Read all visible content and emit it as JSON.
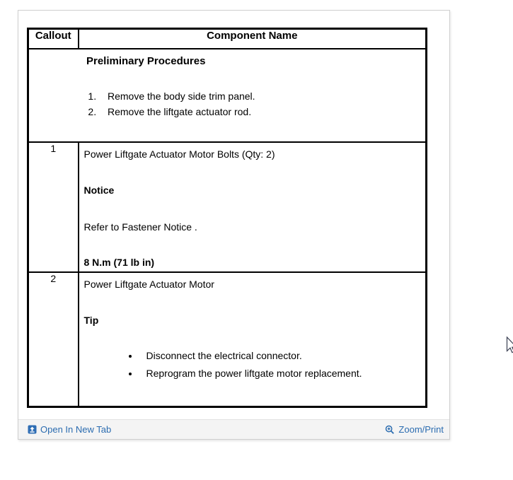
{
  "table": {
    "headers": {
      "callout": "Callout",
      "component": "Component Name"
    },
    "preliminary": {
      "title": "Preliminary Procedures",
      "steps": [
        "Remove the body side trim panel.",
        "Remove the liftgate actuator rod."
      ]
    },
    "rows": [
      {
        "callout": "1",
        "title": "Power Liftgate Actuator Motor Bolts (Qty: 2)",
        "label": "Notice",
        "note": "Refer to Fastener Notice .",
        "torque": "8 N.m (71 lb in)"
      },
      {
        "callout": "2",
        "title": "Power Liftgate Actuator Motor",
        "label": "Tip",
        "bullets": [
          "Disconnect the electrical connector.",
          "Reprogram the power liftgate motor replacement."
        ]
      }
    ]
  },
  "footer": {
    "open_link": "Open In New Tab",
    "zoom_link": "Zoom/Print"
  },
  "colors": {
    "link": "#2b6cb0",
    "table_border": "#000000",
    "panel_border": "#cfcfcf",
    "footer_bg": "#f4f4f4"
  }
}
